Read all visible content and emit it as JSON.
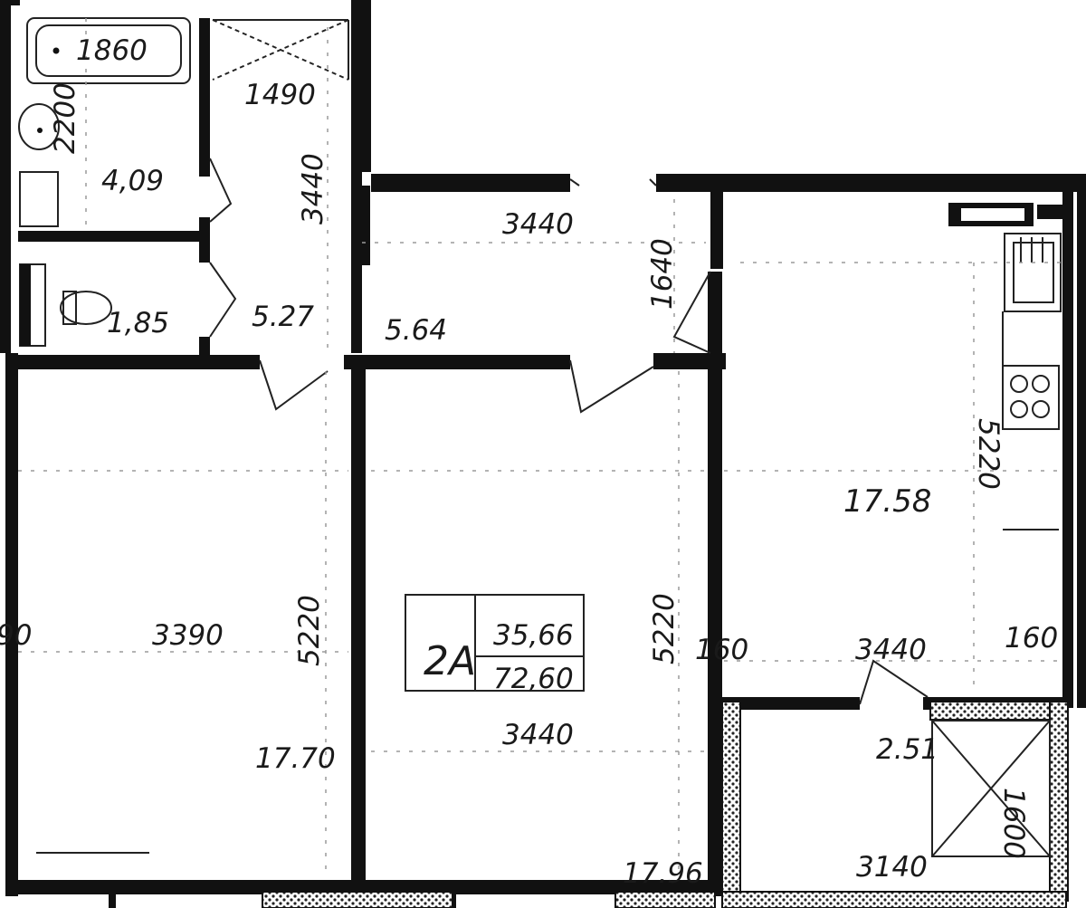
{
  "plan": {
    "unit_code": "2A",
    "living_area": "35,66",
    "total_area": "72,60",
    "bath_fixture": "1860"
  },
  "rooms": [
    {
      "id": "bathroom",
      "area": "4,09"
    },
    {
      "id": "wc",
      "area": "1,85"
    },
    {
      "id": "hall-upper",
      "area": "5.27"
    },
    {
      "id": "corridor",
      "area": "5.64"
    },
    {
      "id": "room-left",
      "area": "17.70"
    },
    {
      "id": "room-middle",
      "area": "17.96"
    },
    {
      "id": "kitchen",
      "area": "17.58"
    },
    {
      "id": "balcony",
      "area": "2.51"
    }
  ],
  "dimensions": {
    "bath_width": "2200",
    "closet_width": "1490",
    "hall_height": "3440",
    "corridor_length": "3440",
    "corridor_width": "1640",
    "left_room_width": "3390",
    "left_room_partial": "90",
    "left_room_depth": "5220",
    "middle_room_depth": "5220",
    "middle_room_width": "3440",
    "kitchen_depth": "5220",
    "kitchen_left_offset": "160",
    "kitchen_width": "3440",
    "kitchen_right_offset": "160",
    "balcony_depth": "1600",
    "balcony_width": "3140"
  }
}
